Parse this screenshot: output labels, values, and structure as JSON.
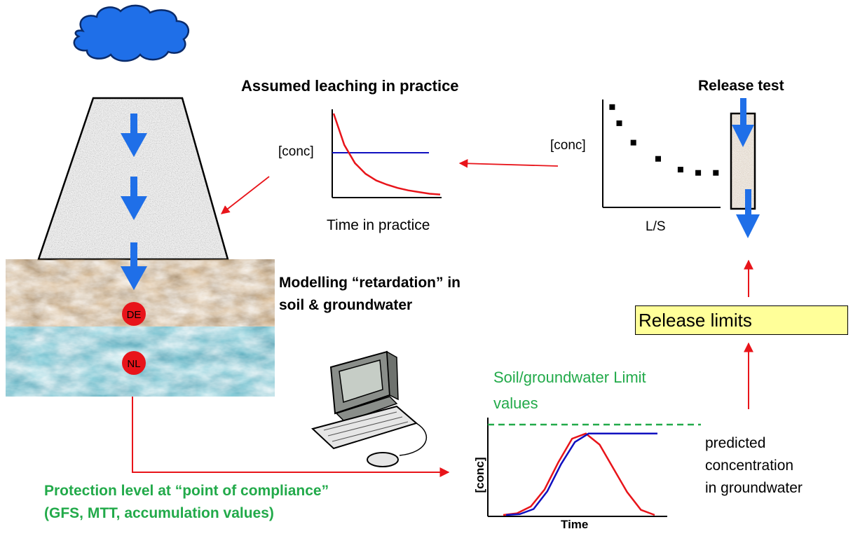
{
  "labels": {
    "assumed_leaching": "Assumed leaching in practice",
    "release_test": "Release test",
    "conc_1": "[conc]",
    "conc_2": "[conc]",
    "conc_3": "[conc]",
    "time_in_practice": "Time in practice",
    "ls": "L/S",
    "modelling_line1": "Modelling “retardation” in",
    "modelling_line2": "soil & groundwater",
    "release_limits": "Release limits",
    "limit_values_line1": "Soil/groundwater Limit",
    "limit_values_line2": "values",
    "time": "Time",
    "predicted_line1": "predicted",
    "predicted_line2": "concentration",
    "predicted_line3": "in groundwater",
    "protection_line1": "Protection level at “point of compliance”",
    "protection_line2": "(GFS, MTT, accumulation values)",
    "point_de": "DE",
    "point_nl": "NL"
  },
  "colors": {
    "flow_arrow": "#1f6fe8",
    "connector": "#e8141a",
    "decay_curve": "#e8141a",
    "limit_line": "#1010c0",
    "green_text": "#22aa4a",
    "highlight": "#ffff99",
    "cloud": "#1f6fe8",
    "point_marker": "#e8141a"
  },
  "chart_data": [
    {
      "type": "line",
      "xlabel": "Time in practice",
      "ylabel": "[conc]",
      "series": [
        {
          "values": [
            1.0,
            0.62,
            0.4,
            0.27,
            0.19,
            0.14,
            0.1,
            0.07,
            0.05,
            0.03,
            0.02
          ]
        },
        {
          "values": [
            0.55,
            0.55,
            0.55,
            0.55,
            0.55,
            0.55,
            0.55,
            0.55,
            0.55,
            0.55,
            0.55
          ]
        }
      ]
    },
    {
      "type": "scatter",
      "xlabel": "L/S",
      "ylabel": "[conc]",
      "points": [
        [
          0.08,
          0.93
        ],
        [
          0.14,
          0.78
        ],
        [
          0.26,
          0.6
        ],
        [
          0.47,
          0.45
        ],
        [
          0.66,
          0.35
        ],
        [
          0.81,
          0.32
        ],
        [
          0.96,
          0.32
        ]
      ]
    },
    {
      "type": "line",
      "xlabel": "Time",
      "ylabel": "[conc]",
      "series": [
        {
          "values": [
            0.0,
            0.02,
            0.1,
            0.3,
            0.62,
            0.9,
            0.96,
            0.83,
            0.55,
            0.27,
            0.06,
            0.0
          ]
        },
        {
          "values": [
            0.0,
            0.01,
            0.07,
            0.28,
            0.6,
            0.86,
            0.96,
            0.96,
            0.96,
            0.96,
            0.96,
            0.96
          ]
        }
      ],
      "reference_line": 0.98
    }
  ]
}
